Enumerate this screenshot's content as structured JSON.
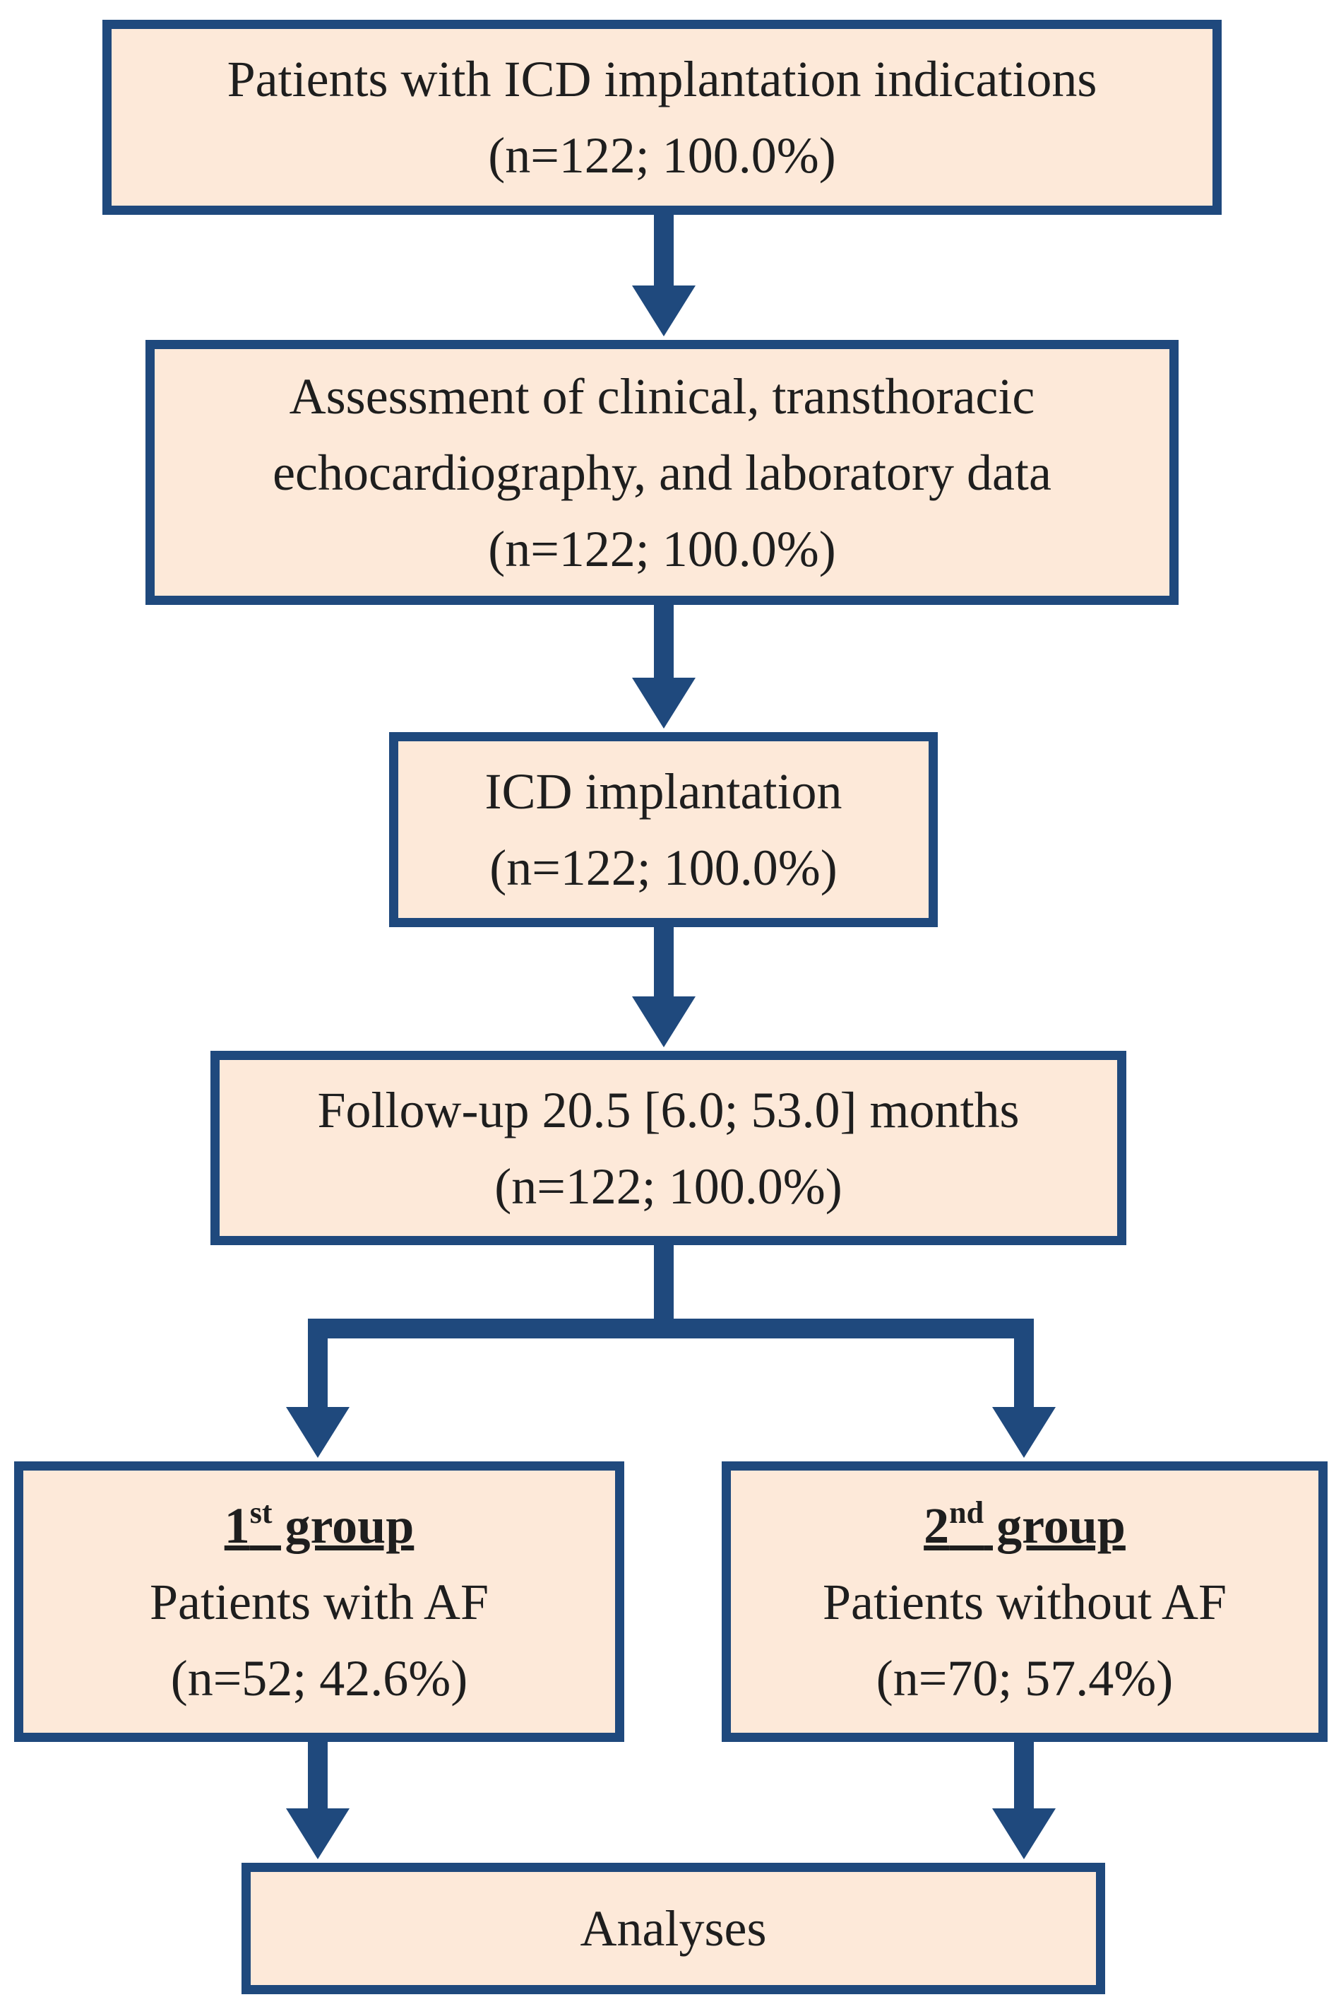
{
  "flowchart": {
    "indications": {
      "title": "Patients with ICD implantation indications",
      "count": "(n=122; 100.0%)"
    },
    "assessment": {
      "line1": "Assessment of clinical, transthoracic",
      "line2": "echocardiography, and laboratory data",
      "count": "(n=122; 100.0%)"
    },
    "implantation": {
      "title": "ICD implantation",
      "count": "(n=122; 100.0%)"
    },
    "followup": {
      "title": "Follow-up 20.5 [6.0; 53.0] months",
      "count": "(n=122; 100.0%)"
    },
    "group1": {
      "number": "1",
      "ordinal_suffix": "st",
      "word": " group",
      "description": "Patients with AF",
      "count": "(n=52; 42.6%)"
    },
    "group2": {
      "number": "2",
      "ordinal_suffix": "nd",
      "word": " group",
      "description": "Patients without AF",
      "count": "(n=70; 57.4%)"
    },
    "analyses": {
      "title": "Analyses"
    }
  },
  "colors": {
    "box_fill": "#fde9d9",
    "box_border": "#1f497d",
    "arrow": "#1f497d",
    "text": "#1e1e1e"
  }
}
